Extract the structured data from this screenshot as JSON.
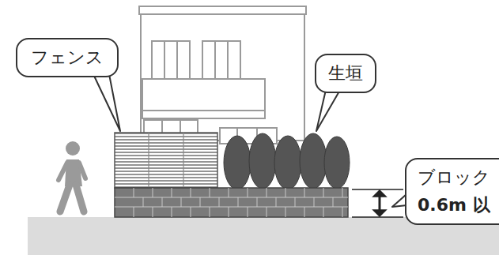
{
  "diagram": {
    "nodes": [
      {
        "text": [
          "フェンス"
        ]
      },
      {
        "text": [
          "生垣"
        ]
      },
      {
        "text": [
          "ブロック",
          "0.6m 以"
        ]
      }
    ]
  }
}
